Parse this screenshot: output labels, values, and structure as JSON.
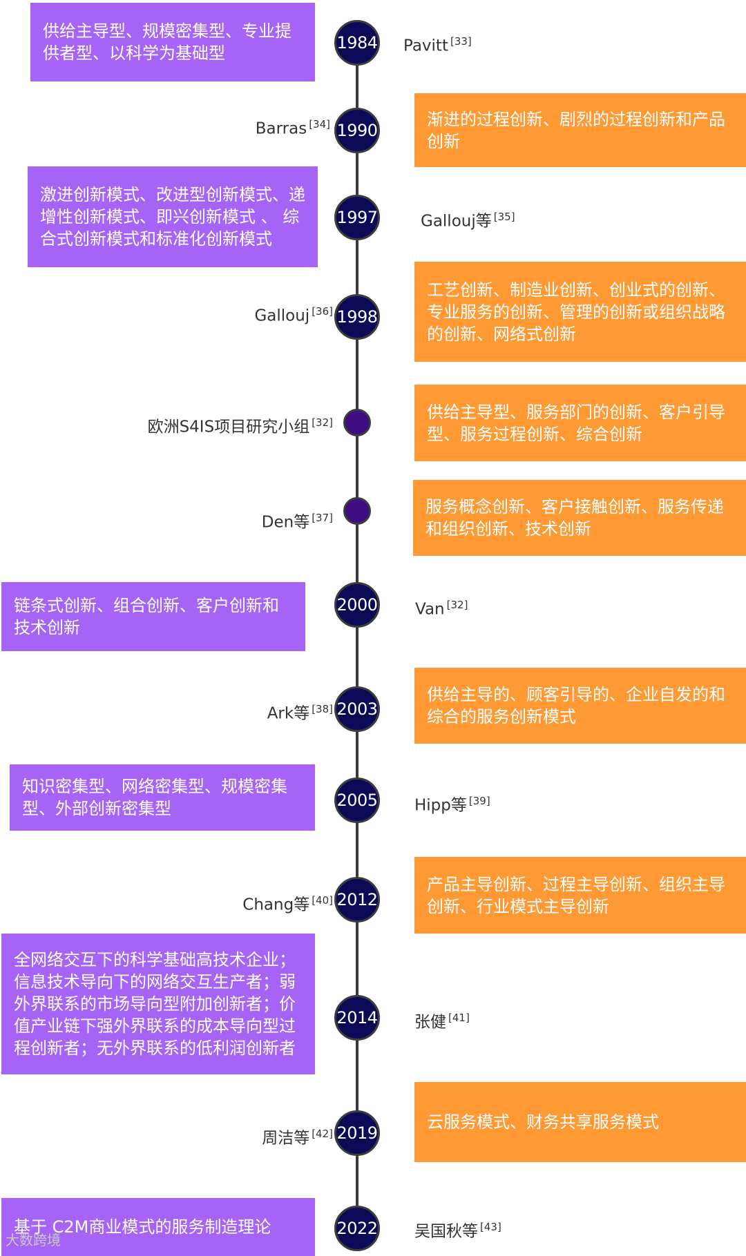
{
  "entries": [
    {
      "year": "1984",
      "author": "Pavitt",
      "ref": "[33]",
      "text": "供给主导型、规模密集型、专业提供者型、以科学为基础型"
    },
    {
      "year": "1990",
      "author": "Barras",
      "ref": "[34]",
      "text": "渐进的过程创新、剧烈的过程创新和产品创新"
    },
    {
      "year": "1997",
      "author": "Gallouj等",
      "ref": "[35]",
      "text": "激进创新模式、改进型创新模式、递增性创新模式、即兴创新模式 、 综合式创新模式和标准化创新模式"
    },
    {
      "year": "1998",
      "author": "Gallouj",
      "ref": "[36]",
      "text": "工艺创新、制造业创新、创业式的创新、专业服务的创新、管理的创新或组织战略的创新、网络式创新"
    },
    {
      "year": "",
      "author": "欧洲S4IS项目研究小组",
      "ref": "[32]",
      "text": "供给主导型、服务部门的创新、客户引导型、服务过程创新、综合创新"
    },
    {
      "year": "",
      "author": "Den等",
      "ref": "[37]",
      "text": "服务概念创新、客户接触创新、服务传递和组织创新、技术创新"
    },
    {
      "year": "2000",
      "author": "Van",
      "ref": "[32]",
      "text": "链条式创新、组合创新、客户创新和技术创新"
    },
    {
      "year": "2003",
      "author": "Ark等",
      "ref": "[38]",
      "text": "供给主导的、顾客引导的、企业自发的和综合的服务创新模式"
    },
    {
      "year": "2005",
      "author": "Hipp等",
      "ref": "[39]",
      "text": "知识密集型、网络密集型、规模密集型、外部创新密集型"
    },
    {
      "year": "2012",
      "author": "Chang等",
      "ref": "[40]",
      "text": "产品主导创新、过程主导创新、组织主导创新、行业模式主导创新"
    },
    {
      "year": "2014",
      "author": "张健",
      "ref": "[41]",
      "text": "全网络交互下的科学基础高技术企业；信息技术导向下的网络交互生产者；弱外界联系的市场导向型附加创新者；价值产业链下强外界联系的成本导向型过程创新者；无外界联系的低利润创新者"
    },
    {
      "year": "2019",
      "author": "周洁等",
      "ref": "[42]",
      "text": "云服务模式、财务共享服务模式"
    },
    {
      "year": "2022",
      "author": "吴国秋等",
      "ref": "[43]",
      "text": "基于 C2M商业模式的服务制造理论"
    }
  ],
  "watermark": "大数跨境",
  "colors": {
    "purple": "#a564f5",
    "orange": "#ff9933",
    "node": "#0c0a56",
    "dot": "#3e0e80",
    "spine": "#3a3a3a"
  }
}
